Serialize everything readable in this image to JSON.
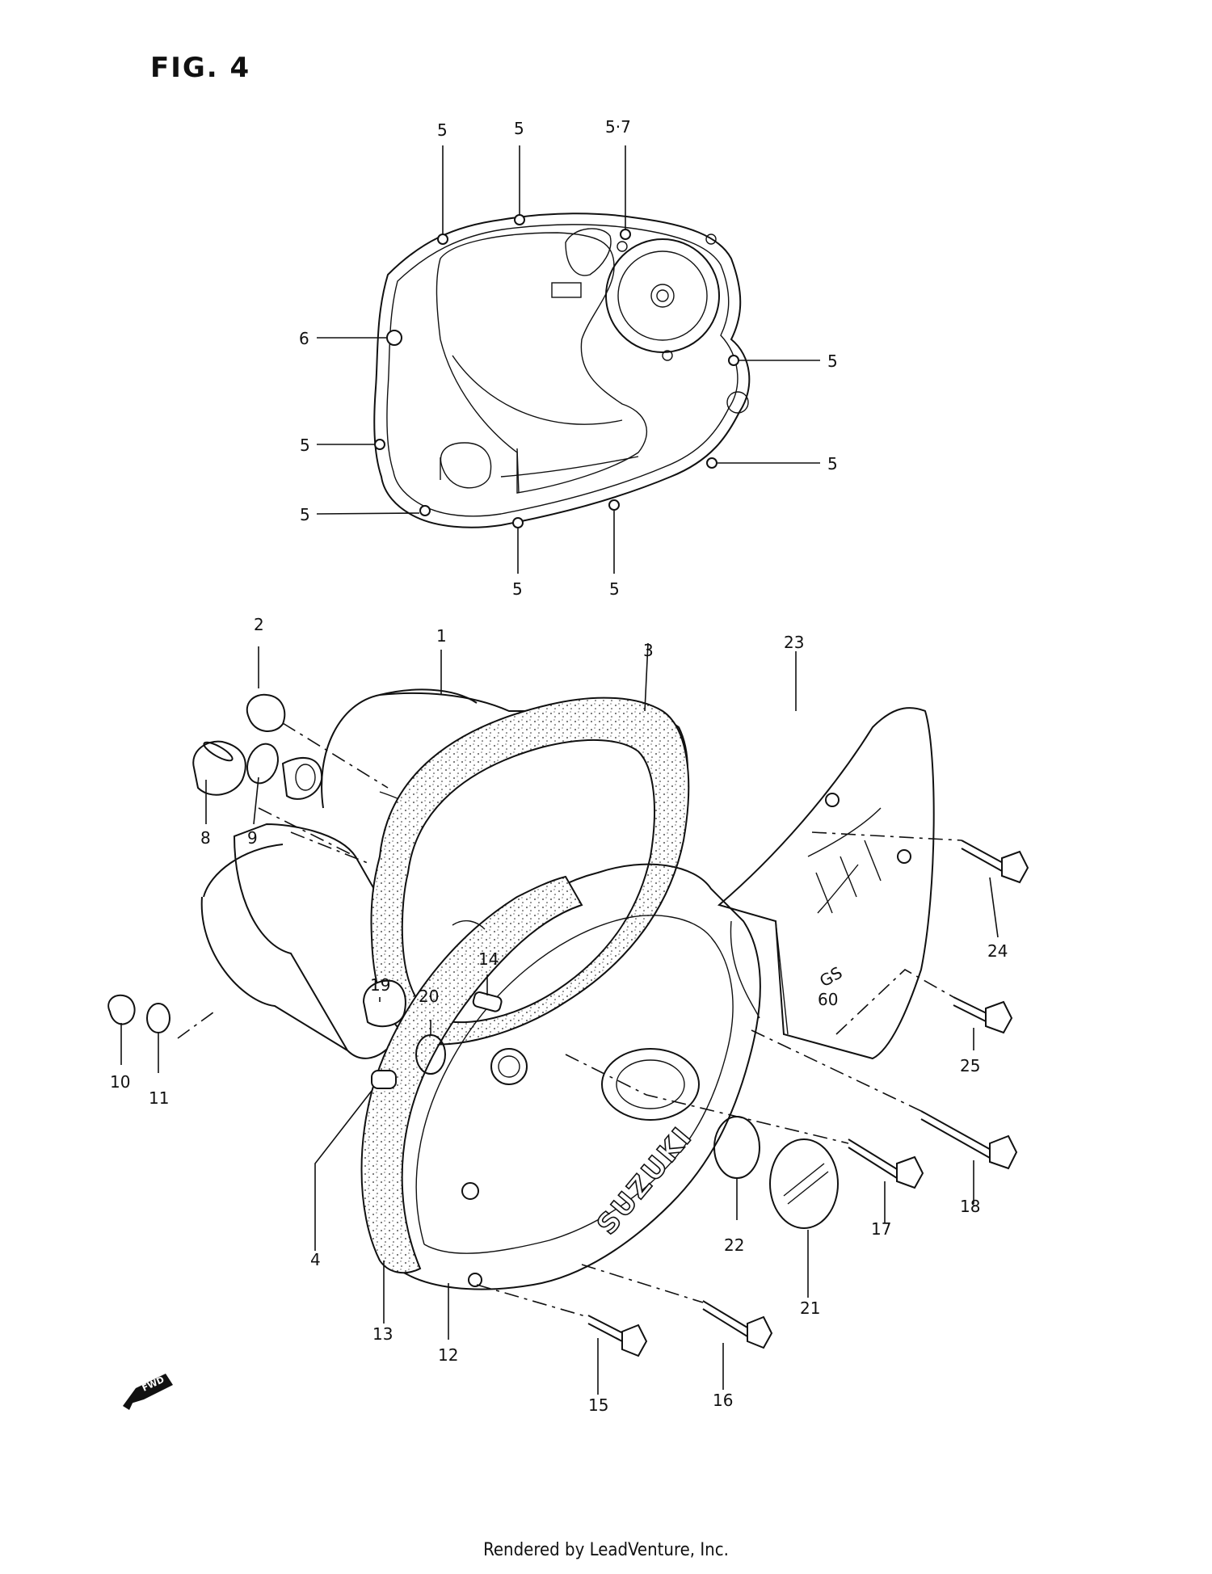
{
  "figure": {
    "title": "FIG. 4"
  },
  "footer": {
    "text": "Rendered by LeadVenture, Inc."
  },
  "cover_markings": {
    "brand": "SUZUKI",
    "badge_line1": "GS",
    "badge_line2": "60"
  },
  "callouts": {
    "c5a": "5",
    "c5b": "5",
    "c57": "5·7",
    "c6": "6",
    "c5r1": "5",
    "c5l1": "5",
    "c5r2": "5",
    "c5l2": "5",
    "c5b1": "5",
    "c5b2": "5",
    "c1": "1",
    "c2": "2",
    "c3": "3",
    "c4": "4",
    "c8": "8",
    "c9": "9",
    "c10": "10",
    "c11": "11",
    "c12": "12",
    "c13": "13",
    "c14": "14",
    "c15": "15",
    "c16": "16",
    "c17": "17",
    "c18": "18",
    "c19": "19",
    "c20": "20",
    "c21": "21",
    "c22": "22",
    "c23": "23",
    "c24": "24",
    "c25": "25"
  },
  "fwd_icon": "fwd-arrow-icon"
}
